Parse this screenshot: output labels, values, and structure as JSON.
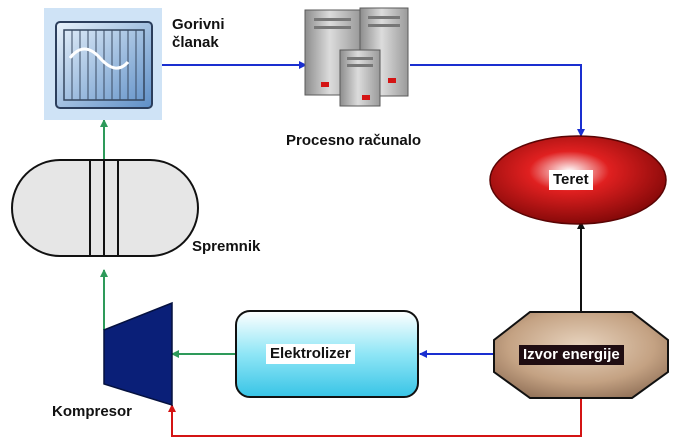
{
  "nodes": {
    "fuel_cell": {
      "label_line1": "Gorivni",
      "label_line2": "članak",
      "icon": "fuel-cell-stack"
    },
    "computer": {
      "label": "Procesno računalo",
      "icon": "server-towers"
    },
    "load": {
      "label": "Teret"
    },
    "tank": {
      "label": "Spremnik"
    },
    "compressor": {
      "label": "Kompresor"
    },
    "electrolyzer": {
      "label": "Elektrolizer"
    },
    "energy_source": {
      "label": "Izvor energije"
    }
  },
  "colors": {
    "hydrogen_flow": "#2e9a5a",
    "signal_flow": "#1a2fd0",
    "power_return": "#d41414",
    "power_feed": "#111111",
    "compressor_fill": "#0a1f78",
    "electrolyzer_fill": "#5fd8f0",
    "load_fill": "#b80d0d",
    "energy_source_fill": "#c9a98a"
  }
}
